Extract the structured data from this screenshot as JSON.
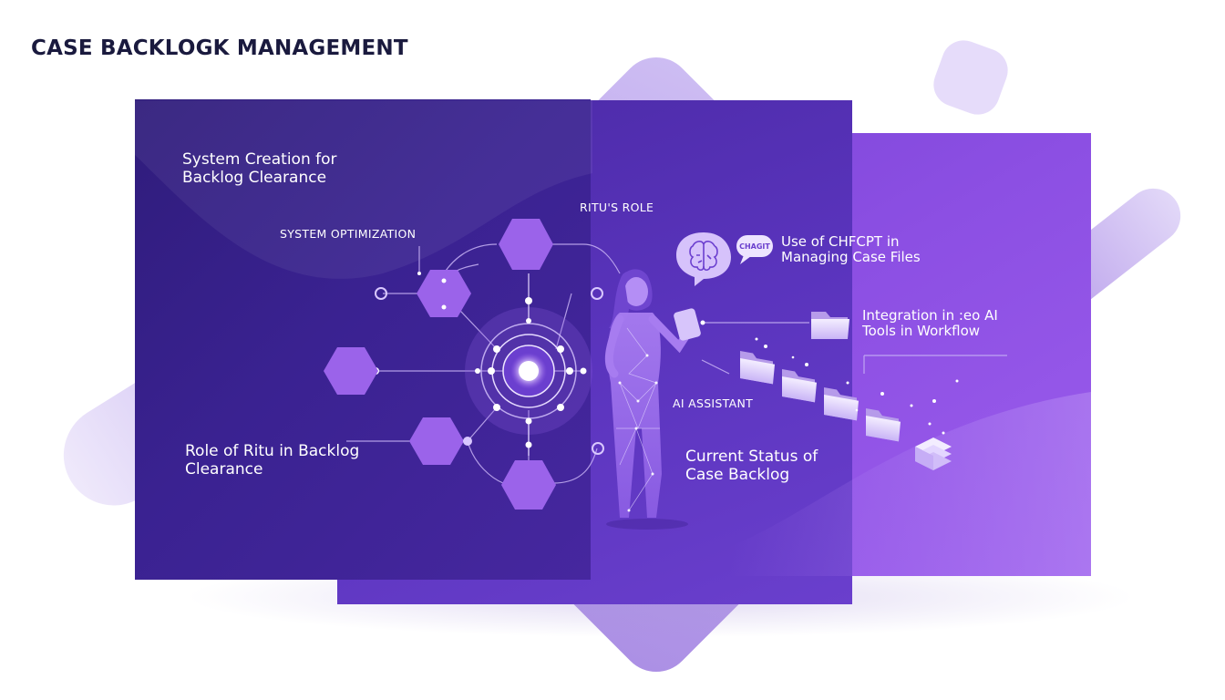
{
  "header": {
    "title": "CASE BACKLOGK MANAGEMENT"
  },
  "labels": {
    "system_creation": "System Creation for Backlog Clearance",
    "system_optimization": "SYSTEM OPTIMIZATION",
    "ritus_role": "RITU'S ROLE",
    "chatgpt_use": "Use of CHFCPT in Managing Case Files",
    "chat_badge": "CHAGIT",
    "integration": "Integration in :eo AI Tools in Workflow",
    "ai_assistant": "AI ASSISTANT",
    "role_of_ritu": "Role of Ritu in Backlog Clearance",
    "current_status": "Current Status of Case Backlog"
  },
  "icons": [
    "brain-icon",
    "chat-bubble-icon",
    "folder-icon",
    "network-hub-icon",
    "document-stack-icon"
  ],
  "colors": {
    "title": "#1a1a3e",
    "panel_dark": "#2f1c7b",
    "panel_mid": "#5a34bd",
    "panel_light": "#8c4fe3",
    "hexagon": "#9b63ea",
    "accent_light": "#d8c6ff"
  }
}
